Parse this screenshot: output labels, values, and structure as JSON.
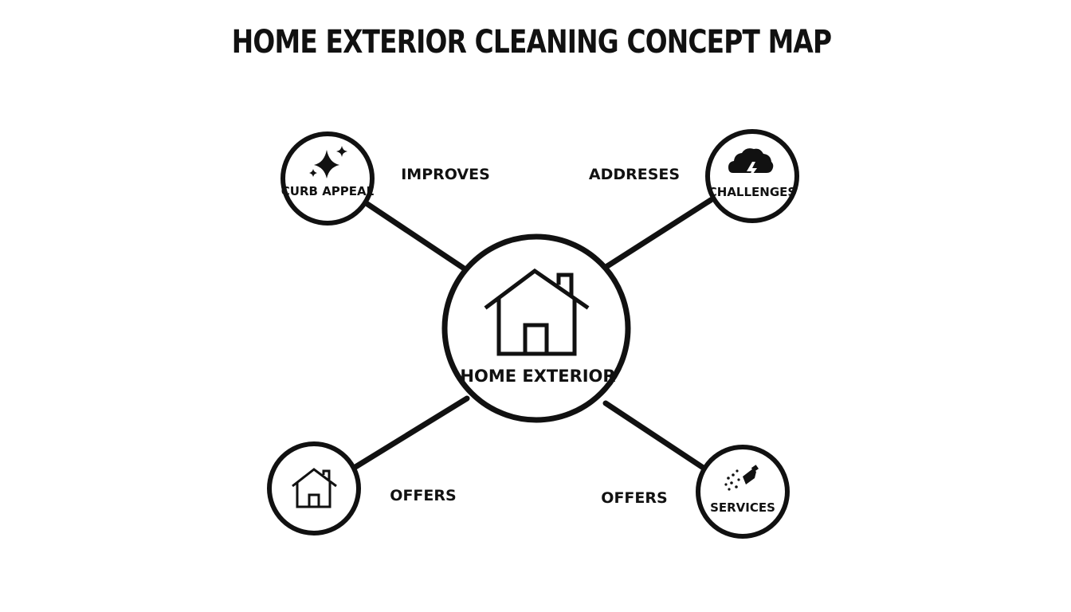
{
  "title": "HOME EXTERIOR CLEANING CONCEPT MAP",
  "center_node": {
    "label": "HOME EXTERIOR",
    "icon": "house-icon"
  },
  "nodes": [
    {
      "id": "curb-appeal",
      "label": "CURB APPEAL",
      "icon": "sparkles-icon"
    },
    {
      "id": "challenges",
      "label": "CHALLENGES",
      "icon": "storm-cloud-icon"
    },
    {
      "id": "bottom-left",
      "label": "",
      "icon": "house-icon"
    },
    {
      "id": "services",
      "label": "SERVICES",
      "icon": "spray-nozzle-icon"
    }
  ],
  "edges": [
    {
      "from": "home-exterior",
      "to": "curb-appeal",
      "label": "IMPROVES"
    },
    {
      "from": "home-exterior",
      "to": "challenges",
      "label": "ADDRESES"
    },
    {
      "from": "home-exterior",
      "to": "bottom-left",
      "label": "OFFERS"
    },
    {
      "from": "home-exterior",
      "to": "services",
      "label": "OFFERS"
    }
  ],
  "colors": {
    "stroke": "#111111",
    "background": "#ffffff"
  }
}
